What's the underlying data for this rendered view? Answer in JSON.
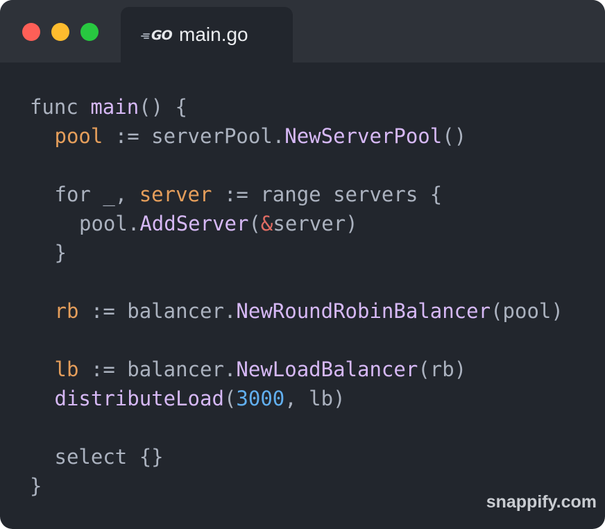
{
  "window": {
    "colors": {
      "background": "#22262d",
      "titlebar": "#2e3239",
      "close": "#fe5f57",
      "minimize": "#febc2e",
      "maximize": "#28c840"
    }
  },
  "tab": {
    "icon": "go-logo-icon",
    "logo_text": "GO",
    "title": "main.go"
  },
  "code": {
    "language": "go",
    "colors": {
      "default": "#abb2bf",
      "variable": "#e59e5b",
      "function": "#d6b8f5",
      "operator": "#e06c63",
      "number": "#61afef"
    },
    "lines": [
      {
        "indent": 0,
        "tokens": [
          {
            "t": "func ",
            "c": "kw"
          },
          {
            "t": "main",
            "c": "fn"
          },
          {
            "t": "() {",
            "c": "plain"
          }
        ]
      },
      {
        "indent": 1,
        "tokens": [
          {
            "t": "pool",
            "c": "var"
          },
          {
            "t": " := serverPool.",
            "c": "plain"
          },
          {
            "t": "NewServerPool",
            "c": "fn"
          },
          {
            "t": "()",
            "c": "plain"
          }
        ]
      },
      {
        "indent": 0,
        "tokens": []
      },
      {
        "indent": 1,
        "tokens": [
          {
            "t": "for _, ",
            "c": "plain"
          },
          {
            "t": "server",
            "c": "var"
          },
          {
            "t": " := range servers {",
            "c": "plain"
          }
        ]
      },
      {
        "indent": 2,
        "tokens": [
          {
            "t": "pool.",
            "c": "plain"
          },
          {
            "t": "AddServer",
            "c": "fn"
          },
          {
            "t": "(",
            "c": "plain"
          },
          {
            "t": "&",
            "c": "op"
          },
          {
            "t": "server)",
            "c": "plain"
          }
        ]
      },
      {
        "indent": 1,
        "tokens": [
          {
            "t": "}",
            "c": "plain"
          }
        ]
      },
      {
        "indent": 0,
        "tokens": []
      },
      {
        "indent": 1,
        "tokens": [
          {
            "t": "rb",
            "c": "var"
          },
          {
            "t": " := balancer.",
            "c": "plain"
          },
          {
            "t": "NewRoundRobinBalancer",
            "c": "fn"
          },
          {
            "t": "(pool)",
            "c": "plain"
          }
        ]
      },
      {
        "indent": 0,
        "tokens": []
      },
      {
        "indent": 1,
        "tokens": [
          {
            "t": "lb",
            "c": "var"
          },
          {
            "t": " := balancer.",
            "c": "plain"
          },
          {
            "t": "NewLoadBalancer",
            "c": "fn"
          },
          {
            "t": "(rb)",
            "c": "plain"
          }
        ]
      },
      {
        "indent": 1,
        "tokens": [
          {
            "t": "distributeLoad",
            "c": "fn"
          },
          {
            "t": "(",
            "c": "plain"
          },
          {
            "t": "3000",
            "c": "num"
          },
          {
            "t": ", lb)",
            "c": "plain"
          }
        ]
      },
      {
        "indent": 0,
        "tokens": []
      },
      {
        "indent": 1,
        "tokens": [
          {
            "t": "select {}",
            "c": "plain"
          }
        ]
      },
      {
        "indent": 0,
        "tokens": [
          {
            "t": "}",
            "c": "plain"
          }
        ]
      }
    ]
  },
  "watermark": "snappify.com"
}
